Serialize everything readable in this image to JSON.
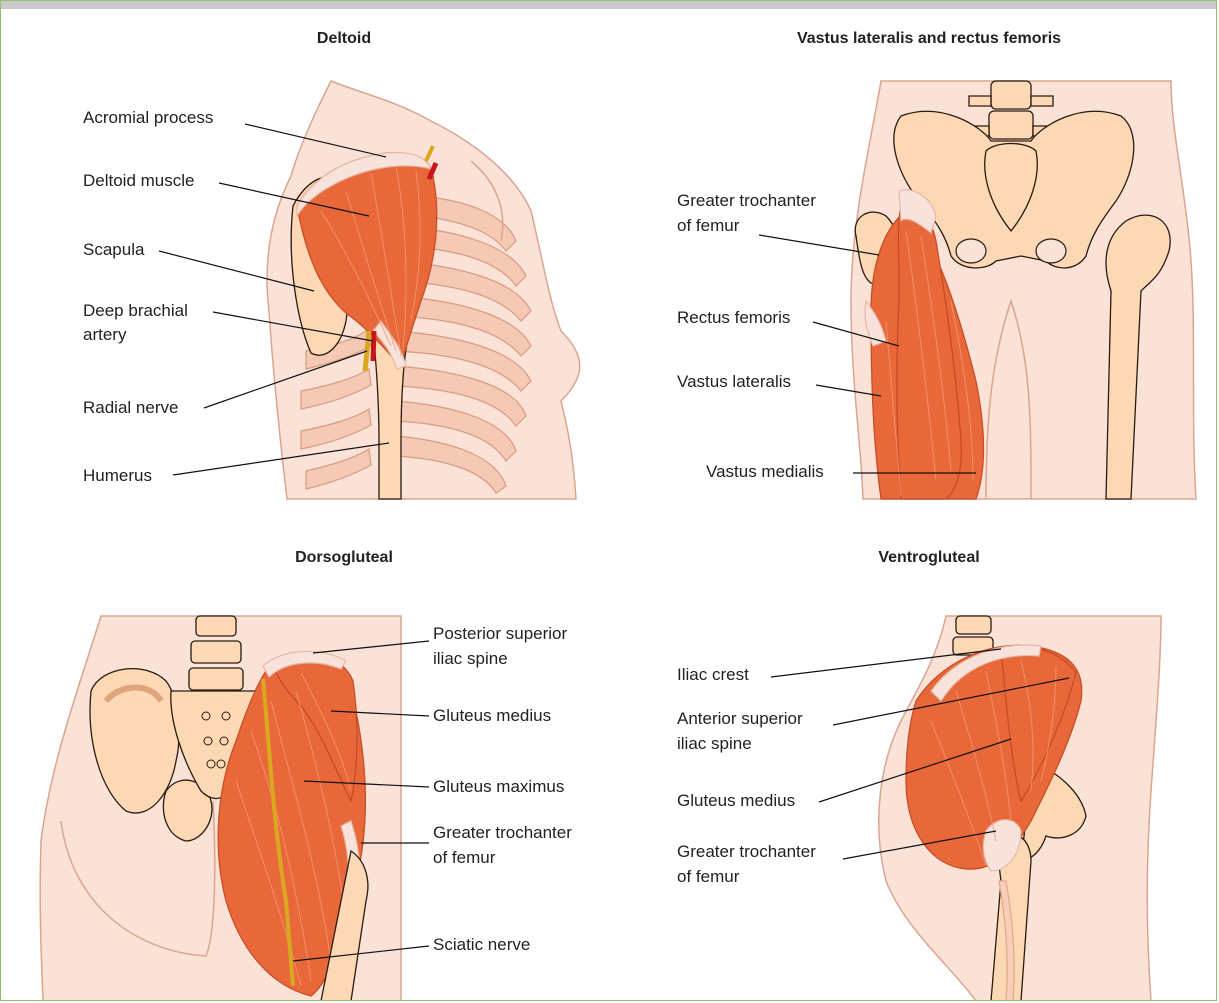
{
  "panels": {
    "deltoid": {
      "title": "Deltoid",
      "labels": {
        "acromial_process": "Acromial process",
        "deltoid_muscle": "Deltoid muscle",
        "scapula": "Scapula",
        "deep_brachial_line1": "Deep brachial",
        "deep_brachial_line2": "artery",
        "radial_nerve": "Radial nerve",
        "humerus": "Humerus"
      }
    },
    "vastus": {
      "title": "Vastus lateralis and rectus femoris",
      "labels": {
        "greater_trochanter_line1": "Greater trochanter",
        "greater_trochanter_line2": "of femur",
        "rectus_femoris": "Rectus femoris",
        "vastus_lateralis": "Vastus lateralis",
        "vastus_medialis": "Vastus medialis"
      }
    },
    "dorsogluteal": {
      "title": "Dorsogluteal",
      "labels": {
        "psis_line1": "Posterior superior",
        "psis_line2": "iliac spine",
        "gluteus_medius": "Gluteus medius",
        "gluteus_maximus": "Gluteus maximus",
        "greater_trochanter_line1": "Greater trochanter",
        "greater_trochanter_line2": "of femur",
        "sciatic_nerve": "Sciatic nerve"
      }
    },
    "ventrogluteal": {
      "title": "Ventrogluteal",
      "labels": {
        "iliac_crest": "Iliac crest",
        "asis_line1": "Anterior superior",
        "asis_line2": "iliac spine",
        "gluteus_medius": "Gluteus medius",
        "greater_trochanter_line1": "Greater trochanter",
        "greater_trochanter_line2": "of femur"
      }
    }
  },
  "colors": {
    "frame_border": "#8cc06a",
    "top_bar": "#c9c9c9",
    "skin": "#fbe2d6",
    "bone": "#fcd9b4",
    "muscle": "#e8683a",
    "nerve": "#d9a81f",
    "artery": "#c8161d"
  }
}
